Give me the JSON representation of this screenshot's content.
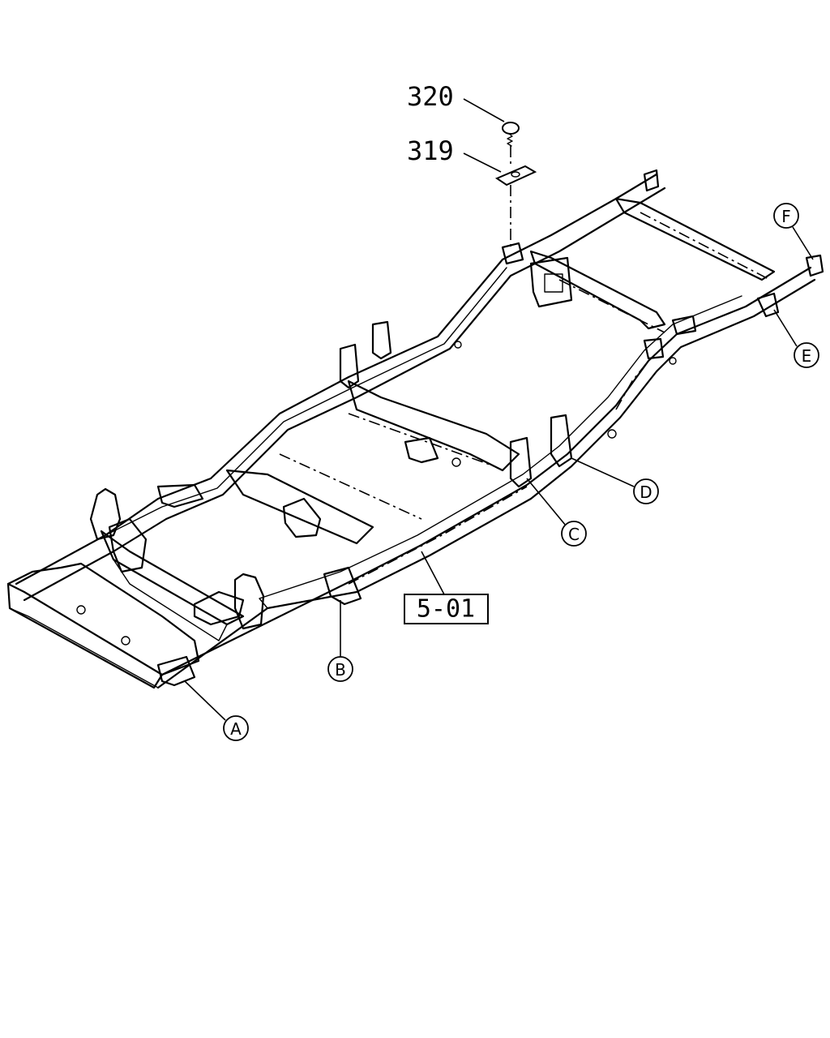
{
  "diagram": {
    "part_numbers": {
      "screw": "320",
      "plate": "319"
    },
    "reference_box": "5-01",
    "callouts": {
      "a": "A",
      "b": "B",
      "c": "C",
      "d": "D",
      "e": "E",
      "f": "F"
    }
  }
}
